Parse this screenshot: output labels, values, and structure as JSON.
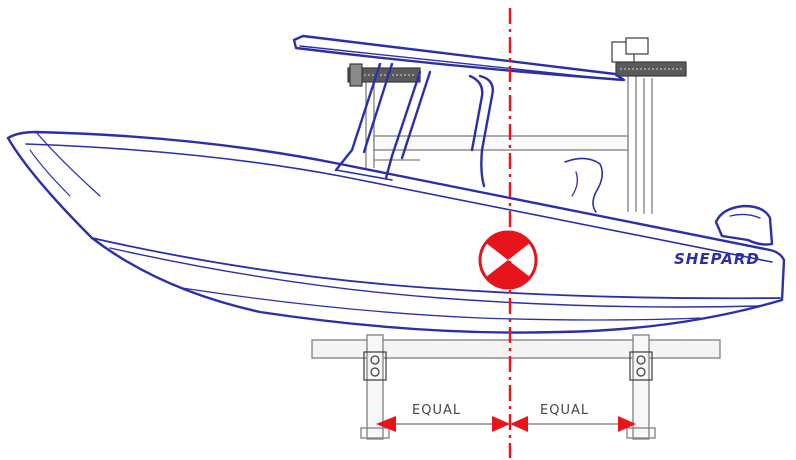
{
  "diagram": {
    "hull_name": "SHEPARD",
    "left_dimension_label": "EQUAL",
    "right_dimension_label": "EQUAL"
  },
  "colors": {
    "boat_outline": "#2b2fa8",
    "frame_gray": "#808080",
    "frame_dark": "#3a3a3a",
    "centerline_red": "#e8141c",
    "dimension_gray": "#888888",
    "label_gray": "#444444",
    "background": "#ffffff"
  }
}
